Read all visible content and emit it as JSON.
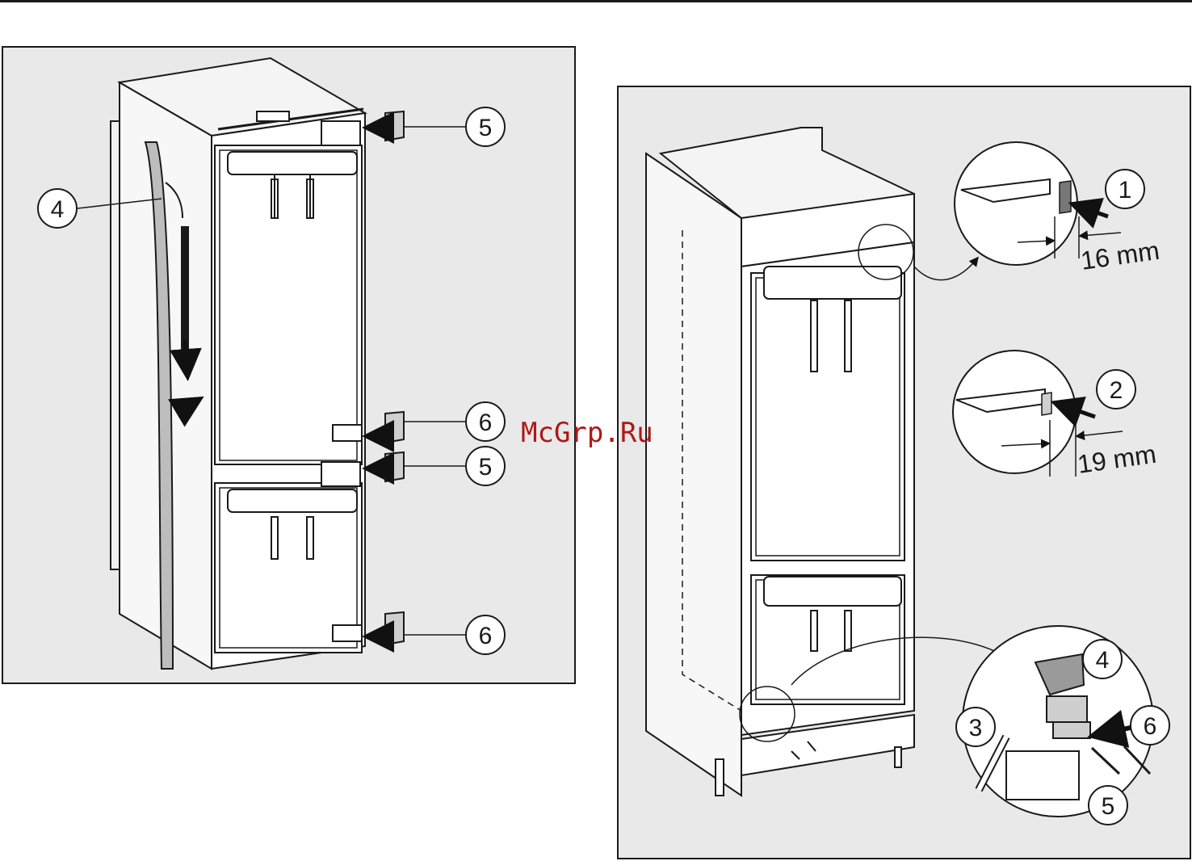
{
  "watermark": "McGrp.Ru",
  "left_panel": {
    "callouts": [
      "4",
      "5",
      "6",
      "5",
      "6"
    ]
  },
  "right_panel": {
    "callouts": [
      "1",
      "2",
      "3",
      "4",
      "5",
      "6"
    ],
    "detail_top": {
      "callout": "1",
      "dimension": "16 mm"
    },
    "detail_mid": {
      "callout": "2",
      "dimension": "19 mm"
    }
  }
}
